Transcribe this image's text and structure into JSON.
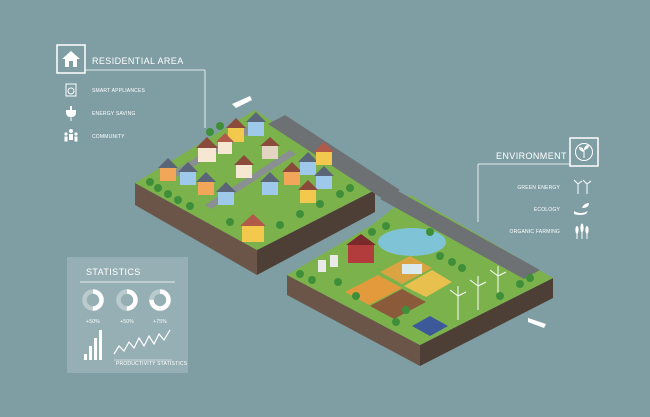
{
  "residential": {
    "title": "RESIDENTIAL AREA",
    "items": [
      {
        "label": "SMART APPLIANCES",
        "icon": "appliance-icon"
      },
      {
        "label": "ENERGY SAVING",
        "icon": "plug-icon"
      },
      {
        "label": "COMMUNITY",
        "icon": "people-icon"
      }
    ],
    "header_icon": "house-icon"
  },
  "environment": {
    "title": "ENVIRONMENT",
    "items": [
      {
        "label": "GREEN ENERGY",
        "icon": "wind-turbine-icon"
      },
      {
        "label": "ECOLOGY",
        "icon": "leaf-hand-icon"
      },
      {
        "label": "ORGANIC FARMING",
        "icon": "crop-icon"
      }
    ],
    "header_icon": "sprout-icon"
  },
  "statistics": {
    "title": "STATISTICS",
    "donuts": [
      {
        "label": "+50%",
        "value": 0.5
      },
      {
        "label": "+50%",
        "value": 0.5
      },
      {
        "label": "+75%",
        "value": 0.75
      }
    ],
    "bar_caption": "",
    "line_caption": "PRODUCTIVITY STATISTICS"
  },
  "colors": {
    "background": "#7f9ea4",
    "grass": "#7cb24b",
    "soil": "#5b4a3f",
    "road": "#6d7173",
    "water": "#7fc4d6"
  }
}
